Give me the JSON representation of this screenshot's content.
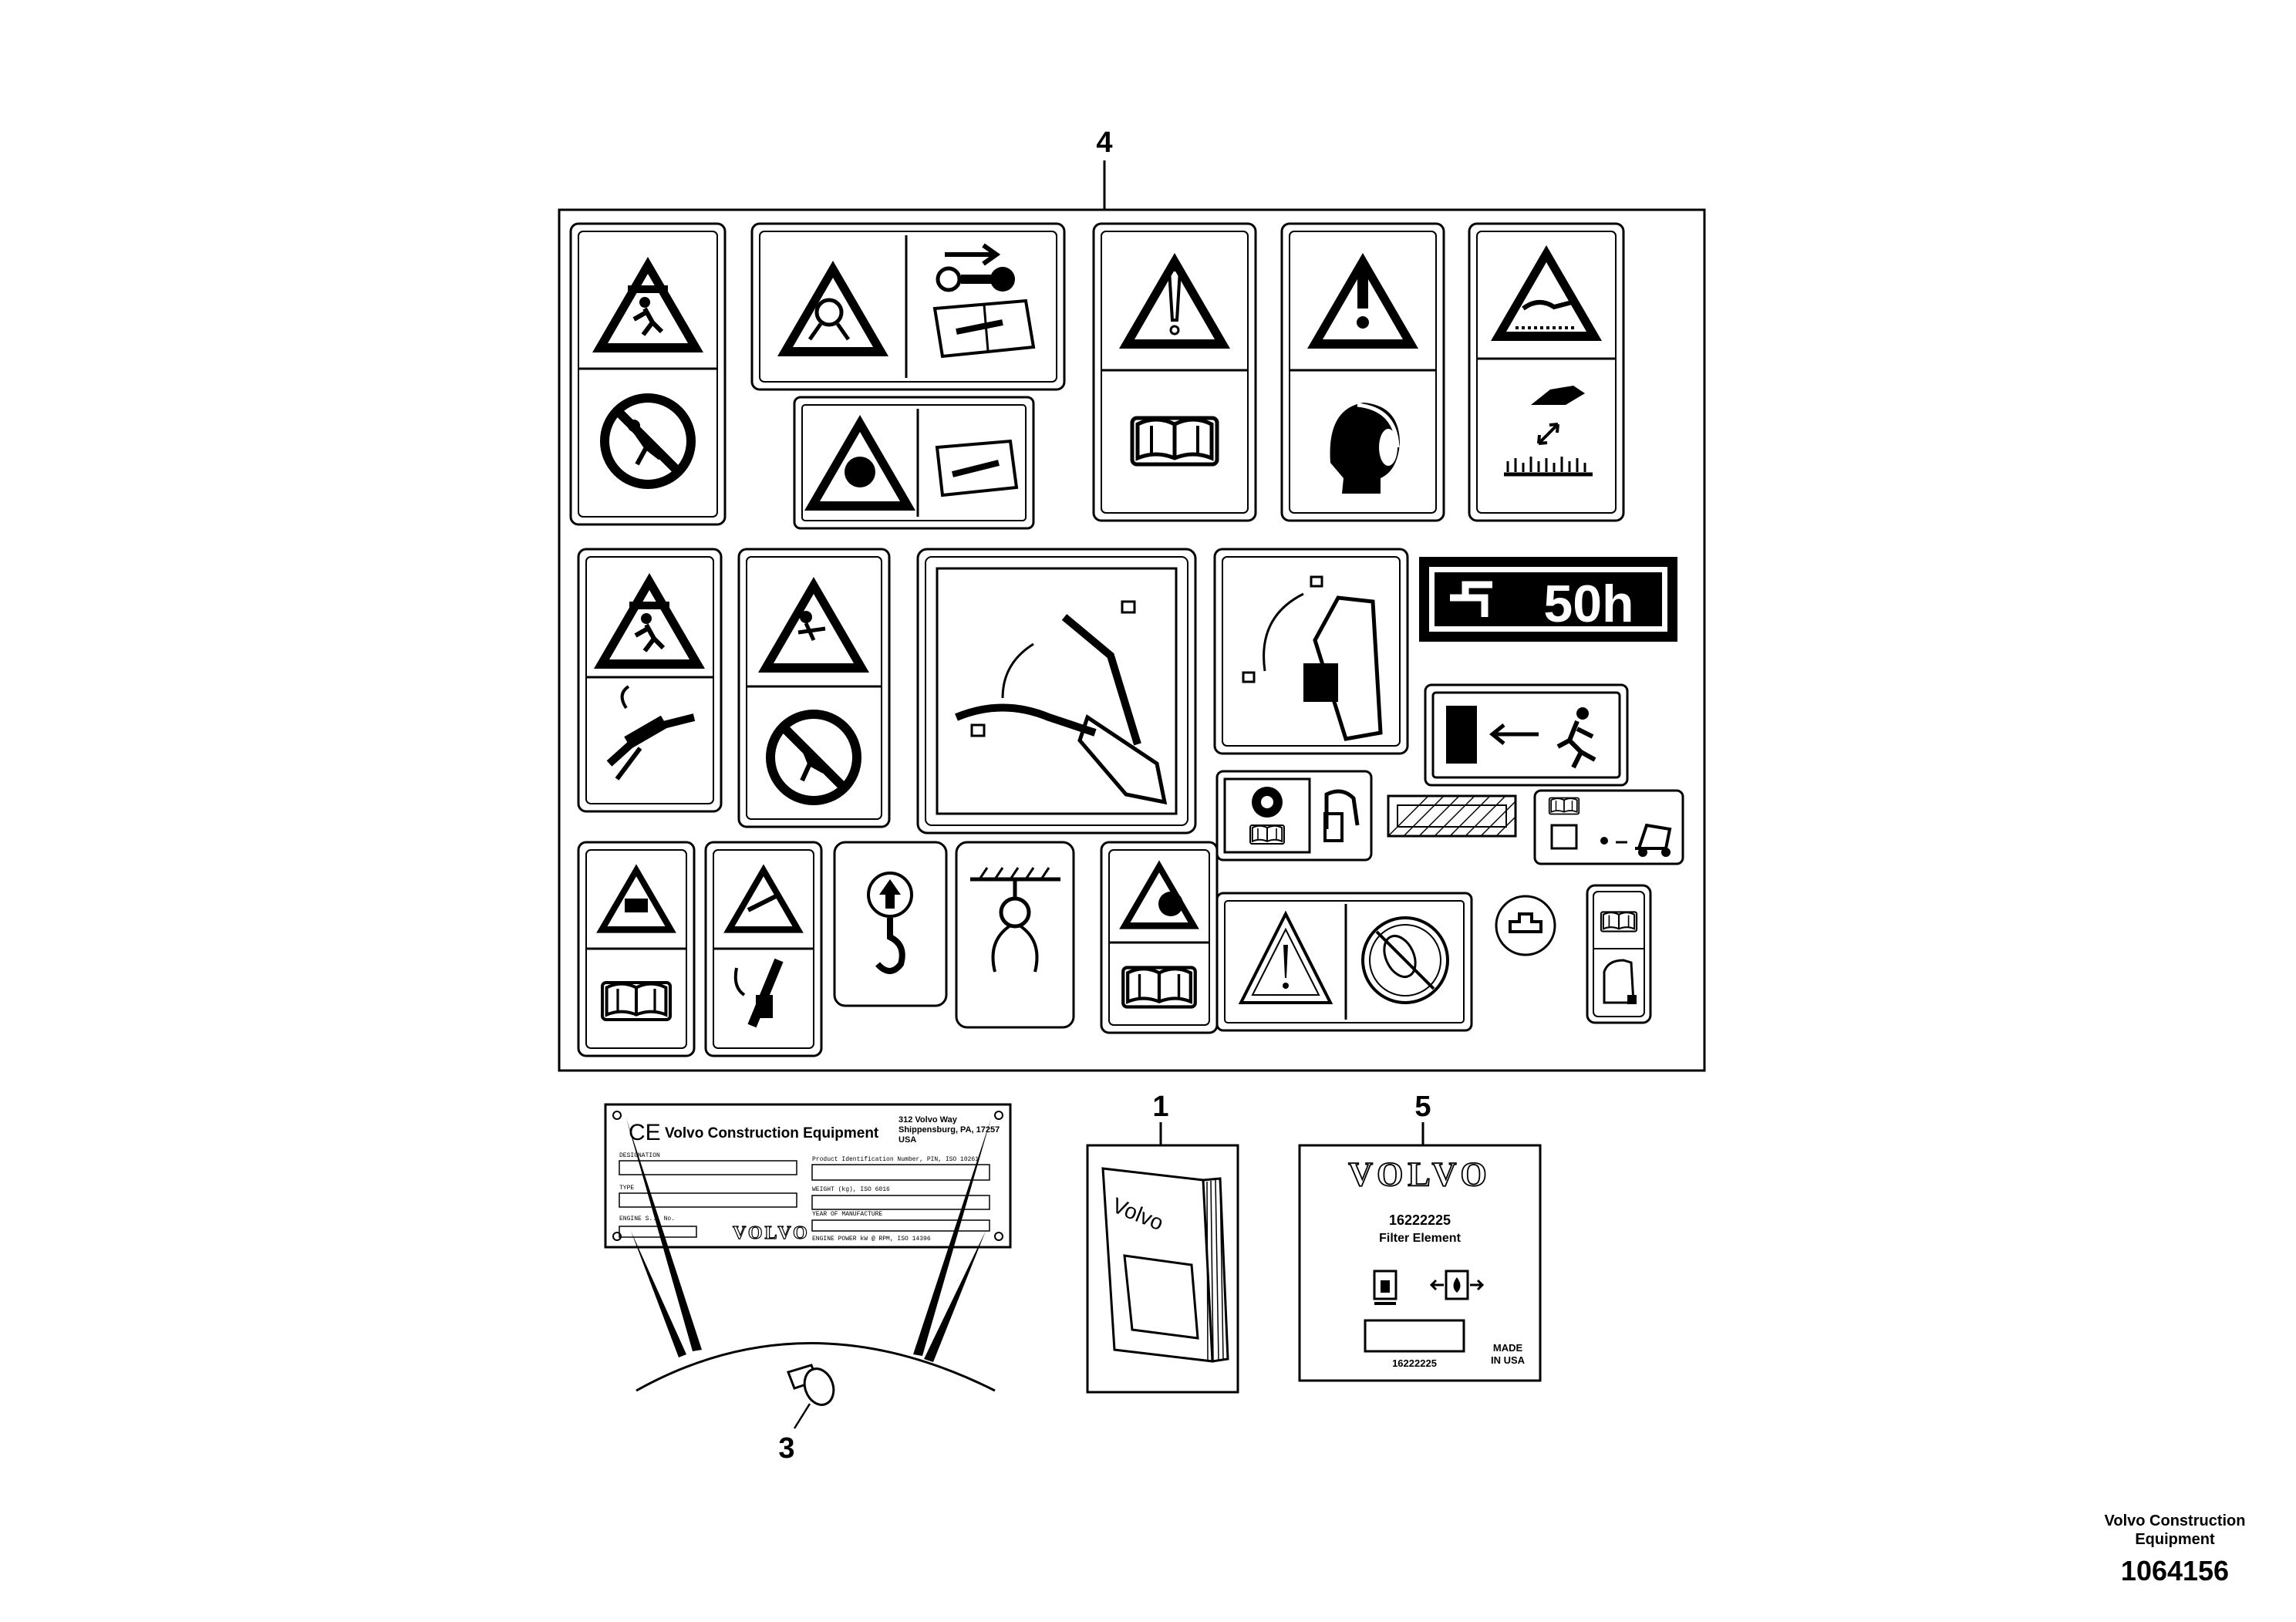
{
  "callouts": {
    "item1": "1",
    "item3": "3",
    "item4": "4",
    "item5": "5"
  },
  "decal_50h": {
    "text": "50h"
  },
  "plate": {
    "ce_mark": "CE",
    "company": "Volvo Construction Equipment",
    "address_1": "312 Volvo Way",
    "address_2": "Shippensburg, PA, 17257",
    "address_3": "USA",
    "field_designation": "DESIGNATION",
    "field_type": "TYPE",
    "field_engine_serial": "ENGINE S... No.",
    "field_pin": "Product Identification Number, PIN, ISO 10261",
    "field_weight": "WEIGHT (kg), ISO 6016",
    "field_year": "YEAR OF MANUFACTURE",
    "field_engine_power": "ENGINE POWER kW @ RPM, ISO 14396",
    "brand": "VOLVO"
  },
  "manual": {
    "cover_text": "Volvo"
  },
  "filter_decal": {
    "brand": "VOLVO",
    "part_number": "16222225",
    "description": "Filter Element",
    "part_number_small": "16222225",
    "made_in_line1": "MADE",
    "made_in_line2": "IN USA"
  },
  "credit": {
    "line1": "Volvo Construction",
    "line2": "Equipment",
    "figure_number": "1064156"
  }
}
